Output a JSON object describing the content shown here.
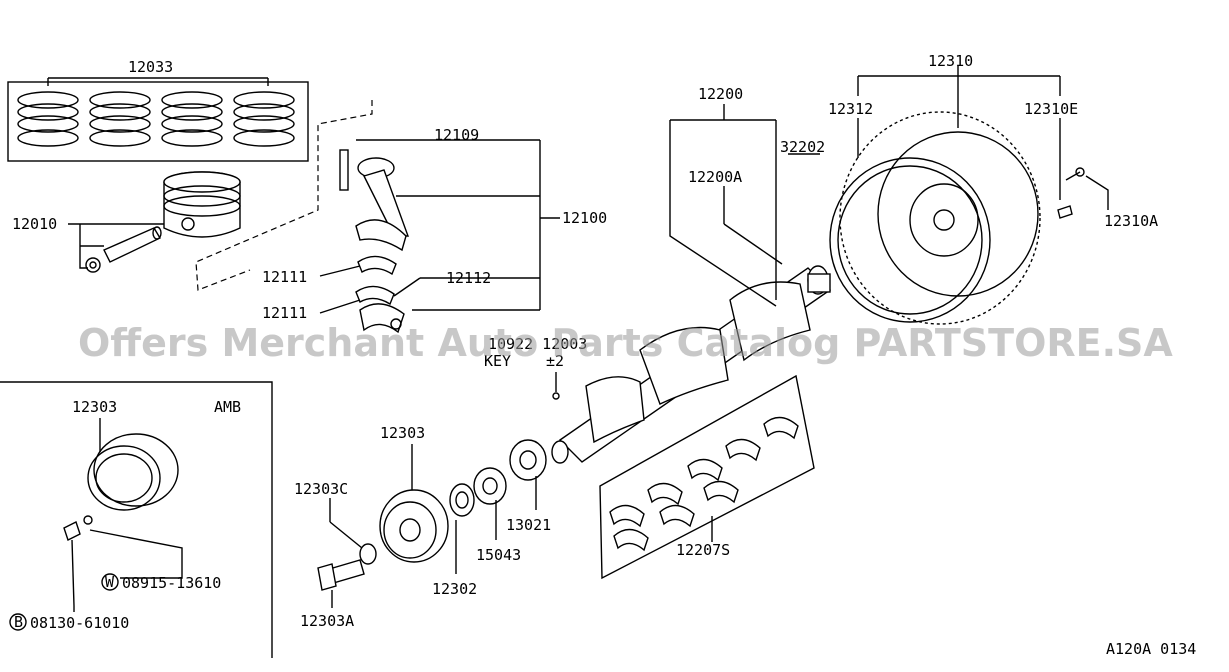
{
  "diagram": {
    "labels": {
      "p12033": "12033",
      "p12010": "12010",
      "p12109": "12109",
      "p12100": "12100",
      "p12111a": "12111",
      "p12111b": "12111",
      "p12112": "12112",
      "p12200": "12200",
      "p12200A": "12200A",
      "p32202": "32202",
      "p12310": "12310",
      "p12312": "12312",
      "p12310E": "12310E",
      "p12310A": "12310A",
      "key_top": "10922 12003",
      "key": "KEY",
      "key_qty": "±2",
      "p12303_inset": "12303",
      "amb": "AMB",
      "p08915": "08915-13610",
      "p08130": "08130-61010",
      "w_symbol": "W",
      "b_symbol": "B",
      "p12303": "12303",
      "p12303C": "12303C",
      "p12303A": "12303A",
      "p12302": "12302",
      "p15043": "15043",
      "p13021": "13021",
      "p12207S": "12207S",
      "ref_code": "A120A 0134"
    },
    "watermark": "Offers Merchant Auto Parts Catalog PARTSTORE.SA"
  }
}
